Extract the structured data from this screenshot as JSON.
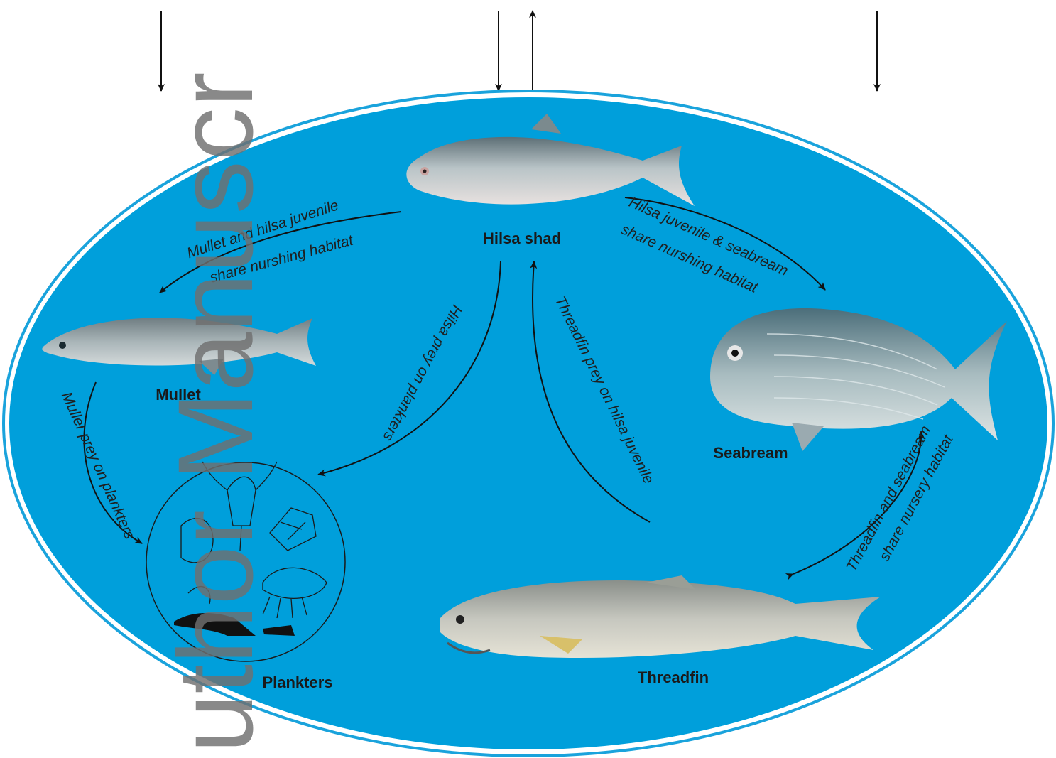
{
  "colors": {
    "lagoon": "#009fdb",
    "border": "#1aa3dc",
    "arrow": "#111111",
    "watermark": "#6f6f6f"
  },
  "species": {
    "hilsa": "Hilsa shad",
    "mullet": "Mullet",
    "seabream": "Seabream",
    "threadfin": "Threadfin",
    "plankters": "Plankters"
  },
  "relations": {
    "mullet_hilsa_1": "Mullet and hilsa juvenile",
    "mullet_hilsa_2": "share nurshing habitat",
    "hilsa_seabream_1": "Hilsa juvenile & seabream",
    "hilsa_seabream_2": "share nurshing habitat",
    "hilsa_plankters": "Hilsa prey on plankters",
    "threadfin_hilsa": "Threadfin prey on hilsa juvenile",
    "mullet_plankters": "Muller prey on plankters",
    "threadfin_seabream_1": "Threadfin and seabream",
    "threadfin_seabream_2": "share nursery habitat"
  },
  "watermark": "uthor Manuscr",
  "icons": {
    "hilsa": "hilsa-fish-illustration",
    "mullet": "mullet-fish-illustration",
    "seabream": "seabream-fish-illustration",
    "threadfin": "threadfin-fish-illustration",
    "plankters": "plankton-sketch-illustration"
  }
}
